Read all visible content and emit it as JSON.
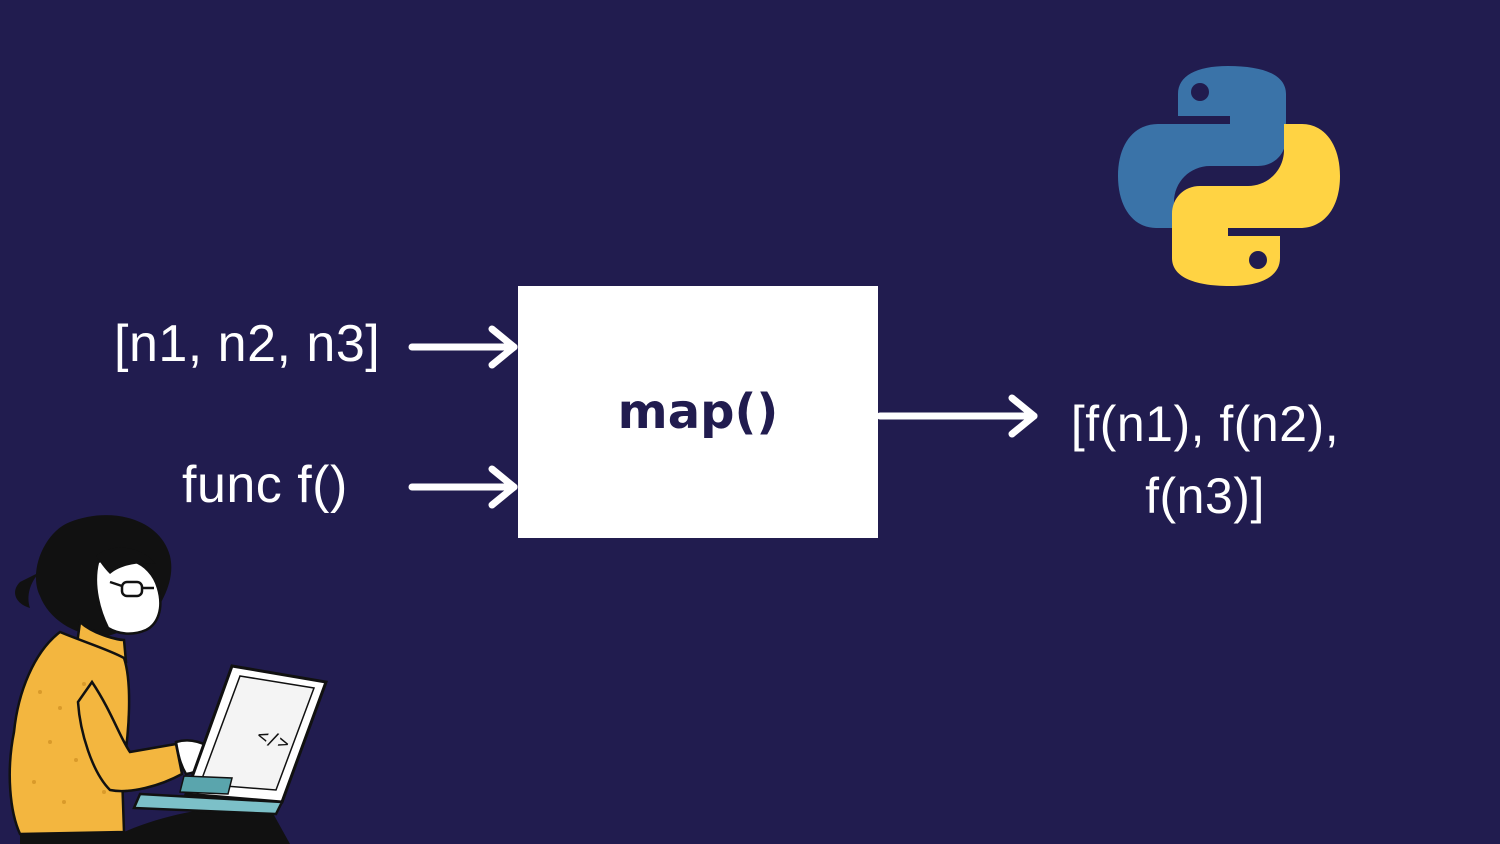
{
  "diagram": {
    "input_list": "[n1, n2, n3]",
    "input_function": "func f()",
    "box_label": "map()",
    "output_line1": "[f(n1), f(n2),",
    "output_line2": "f(n3)]"
  },
  "icons": {
    "logo": "python-logo",
    "illustration": "person-with-laptop"
  },
  "colors": {
    "background": "#211c4f",
    "box": "#ffffff",
    "text": "#ffffff",
    "python_blue": "#3a73a8",
    "python_yellow": "#ffd343",
    "sweater": "#f3b63f"
  }
}
